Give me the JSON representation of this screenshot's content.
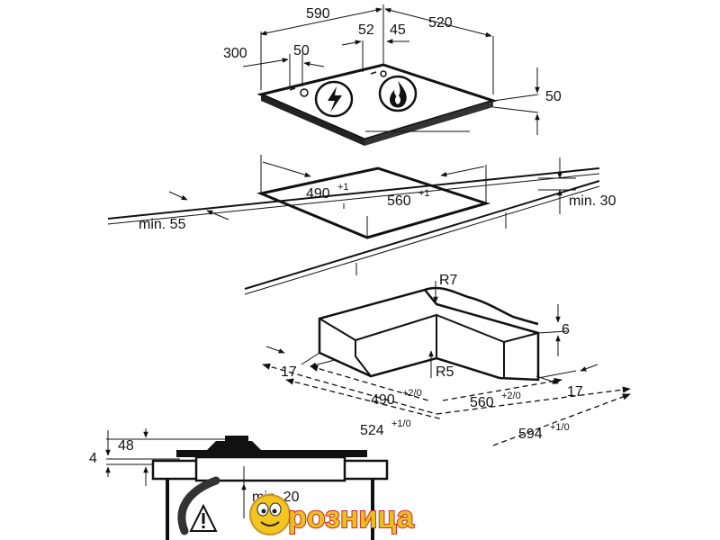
{
  "hob_top": {
    "dim_590": "590",
    "dim_52": "52",
    "dim_45": "45",
    "dim_520": "520",
    "dim_300": "300",
    "dim_50_left": "50",
    "dim_50_right": "50",
    "icon_left": "electric-lightning-icon",
    "icon_right": "gas-flame-icon"
  },
  "cutout": {
    "dim_490": "490",
    "dim_490_tol": "+1",
    "dim_560": "560",
    "dim_560_tol": "+1",
    "min_55": "min. 55",
    "min_30": "min. 30"
  },
  "frame": {
    "r7": "R7",
    "r5": "R5",
    "dim_6": "6",
    "dim_17_left": "17",
    "dim_17_right": "17",
    "dim_490": "490",
    "dim_490_tol": "+2/0",
    "dim_560": "560",
    "dim_560_tol": "+2/0",
    "dim_524": "524",
    "dim_524_tol": "+1/0",
    "dim_594": "594",
    "dim_594_tol": "+1/0"
  },
  "section": {
    "dim_4": "4",
    "dim_48": "48",
    "min_20": "min. 20",
    "warning_icon": "warning-triangle-icon"
  },
  "watermark": {
    "text": "розница",
    "colors": {
      "fill": "#e8c020",
      "outline": "#d0282e"
    }
  }
}
